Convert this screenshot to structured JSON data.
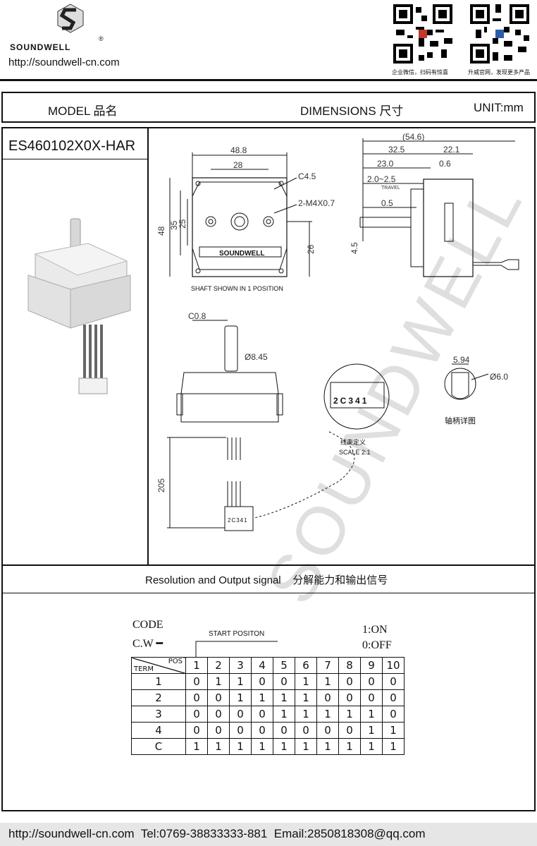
{
  "header": {
    "brand": "SOUNDWELL",
    "url": "http://soundwell-cn.com",
    "qr_caption_1": "企业微信，扫码有惊喜",
    "qr_caption_2": "升威官网，发现更多产品"
  },
  "title_row": {
    "model": "MODEL 品名",
    "dimensions": "DIMENSIONS 尺寸",
    "unit": "UNIT:mm"
  },
  "part_number": "ES460102X0X-HAR",
  "watermark": "SOUNDWELL",
  "drawing": {
    "front": {
      "w_outer": "48.8",
      "w_inner": "28",
      "chamfer": "C4.5",
      "holes": "2-M4X0.7",
      "h_outer": "48",
      "h_35": "35",
      "h_25": "25",
      "h_26": "26",
      "logo": "SOUNDWELL",
      "caption": "SHAFT SHOWN IN 1 POSITION"
    },
    "side": {
      "total": "(54.6)",
      "d1": "32.5",
      "d2": "22.1",
      "d3": "23.0",
      "d4": "0.6",
      "travel": "2.0~2.5",
      "travel_label": "TRAVEL",
      "d5": "0.5",
      "d6": "4.5"
    },
    "lower": {
      "chamfer": "C0.8",
      "dia": "Ø8.45",
      "cable": "205",
      "connector_pins": "2C341",
      "harness_label": "线束定义",
      "scale": "SCALE 2:1"
    },
    "shaft": {
      "w": "5.94",
      "dia": "Ø6.0",
      "caption": "轴柄详图"
    }
  },
  "resolution_title": "Resolution and Output signal    分解能力和输出信号",
  "code_table": {
    "code_label": "CODE",
    "cw_label": "C.W",
    "start_label": "START POSITON",
    "on_label": "1:ON",
    "off_label": "0:OFF",
    "header_pos": "POS",
    "header_term": "TERM",
    "positions": [
      "1",
      "2",
      "3",
      "4",
      "5",
      "6",
      "7",
      "8",
      "9",
      "10"
    ],
    "rows": [
      {
        "term": "1",
        "values": [
          "0",
          "1",
          "1",
          "0",
          "0",
          "1",
          "1",
          "0",
          "0",
          "0"
        ]
      },
      {
        "term": "2",
        "values": [
          "0",
          "0",
          "1",
          "1",
          "1",
          "1",
          "0",
          "0",
          "0",
          "0"
        ]
      },
      {
        "term": "3",
        "values": [
          "0",
          "0",
          "0",
          "0",
          "1",
          "1",
          "1",
          "1",
          "1",
          "0"
        ]
      },
      {
        "term": "4",
        "values": [
          "0",
          "0",
          "0",
          "0",
          "0",
          "0",
          "0",
          "0",
          "1",
          "1"
        ]
      },
      {
        "term": "C",
        "values": [
          "1",
          "1",
          "1",
          "1",
          "1",
          "1",
          "1",
          "1",
          "1",
          "1"
        ]
      }
    ]
  },
  "footer": "http://soundwell-cn.com  Tel:0769-38833333-881  Email:2850818308@qq.com"
}
